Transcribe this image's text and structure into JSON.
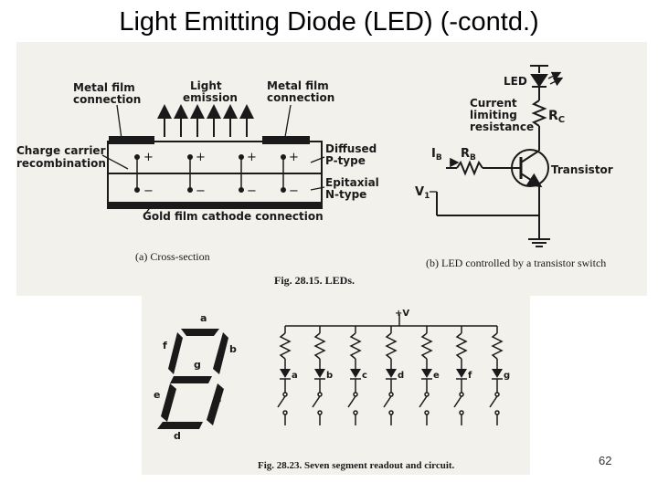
{
  "slide": {
    "title": "Light Emitting Diode (LED) (-contd.)",
    "page_number": "62"
  },
  "fig_a": {
    "metal_film_left": [
      "Metal film",
      "connection"
    ],
    "light_emission": [
      "Light",
      "emission"
    ],
    "metal_film_right": [
      "Metal film",
      "connection"
    ],
    "charge_carrier": [
      "Charge carrier",
      "recombination"
    ],
    "diffused": [
      "Diffused",
      "P-type"
    ],
    "epitaxial": [
      "Epitaxial",
      "N-type"
    ],
    "gold_film": "Gold film cathode connection",
    "caption": "(a)  Cross-section"
  },
  "fig_b": {
    "led": "LED",
    "current_limiting": [
      "Current",
      "limiting",
      "resistance"
    ],
    "rc": "R",
    "rc_sub": "C",
    "ib": "I",
    "ib_sub": "B",
    "rb": "R",
    "rb_sub": "B",
    "transistor": "Transistor",
    "v1": "V",
    "v1_sub": "1",
    "caption": "(b)  LED controlled by a transistor switch"
  },
  "fig_28_15": "Fig. 28.15.  LEDs.",
  "seven_segment": {
    "segments": [
      "a",
      "b",
      "c",
      "d",
      "e",
      "f",
      "g"
    ],
    "supply": "+V",
    "caption": "Fig. 28.23.  Seven segment readout and circuit."
  }
}
